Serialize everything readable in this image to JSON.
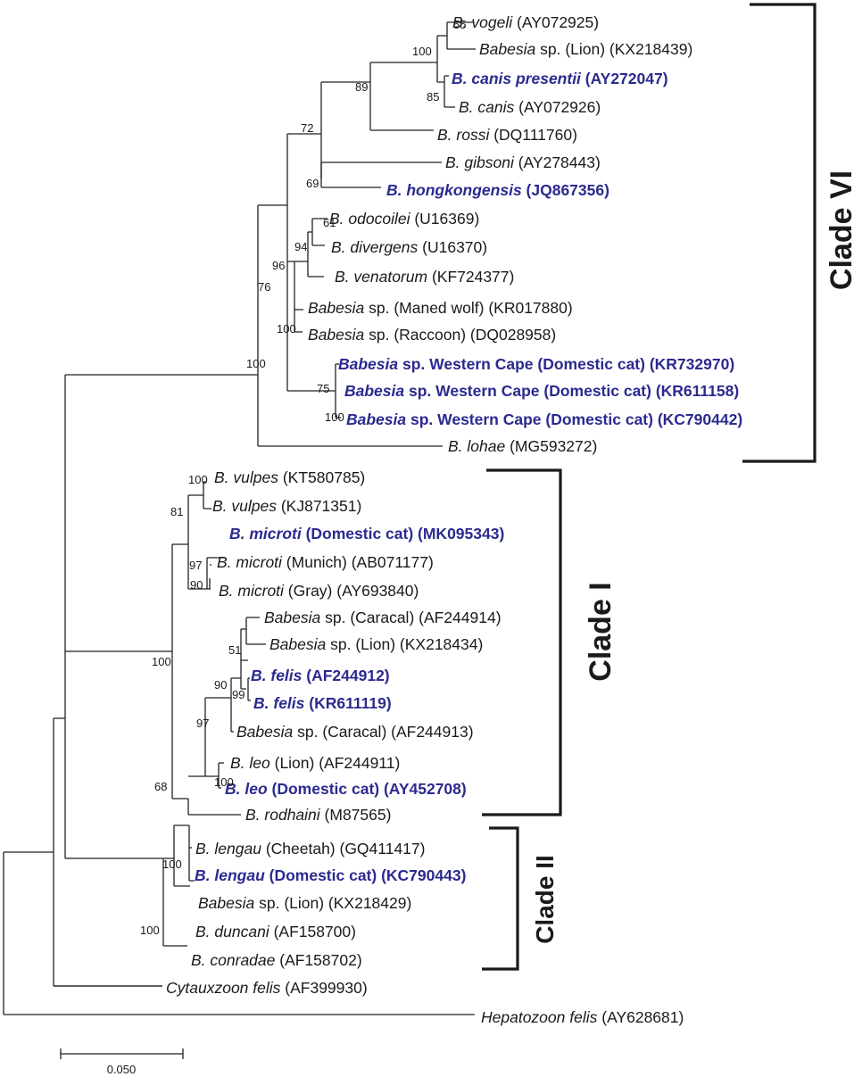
{
  "colors": {
    "highlight": "#2b2a8f",
    "text": "#1a1a1a",
    "line": "#222222",
    "background": "#ffffff"
  },
  "taxa": [
    {
      "id": "t1",
      "genus": "B. vogeli",
      "rest": " (AY072925)",
      "hl": false
    },
    {
      "id": "t2",
      "genus": "Babesia",
      "rest": " sp. (Lion) (KX218439)",
      "hl": false
    },
    {
      "id": "t3",
      "genus": "B. canis presentii",
      "rest": " (AY272047)",
      "hl": true
    },
    {
      "id": "t4",
      "genus": "B. canis",
      "rest": " (AY072926)",
      "hl": false
    },
    {
      "id": "t5",
      "genus": "B. rossi",
      "rest": " (DQ111760)",
      "hl": false
    },
    {
      "id": "t6",
      "genus": "B. gibsoni",
      "rest": " (AY278443)",
      "hl": false
    },
    {
      "id": "t7",
      "genus": "B. hongkongensis",
      "rest": " (JQ867356)",
      "hl": true
    },
    {
      "id": "t8",
      "genus": "B. odocoilei",
      "rest": " (U16369)",
      "hl": false
    },
    {
      "id": "t9",
      "genus": "B. divergens",
      "rest": " (U16370)",
      "hl": false
    },
    {
      "id": "t10",
      "genus": "B. venatorum",
      "rest": " (KF724377)",
      "hl": false
    },
    {
      "id": "t11",
      "genus": "Babesia",
      "rest": " sp. (Maned wolf) (KR017880)",
      "hl": false
    },
    {
      "id": "t12",
      "genus": "Babesia",
      "rest": " sp. (Raccoon) (DQ028958)",
      "hl": false
    },
    {
      "id": "t13",
      "genus": "Babesia",
      "rest": " sp. Western Cape (Domestic cat) (KR732970)",
      "hl": true
    },
    {
      "id": "t14",
      "genus": "Babesia",
      "rest": " sp. Western Cape (Domestic cat) (KR611158)",
      "hl": true
    },
    {
      "id": "t15",
      "genus": "Babesia",
      "rest": " sp. Western Cape (Domestic cat) (KC790442)",
      "hl": true
    },
    {
      "id": "t16",
      "genus": "B. lohae",
      "rest": " (MG593272)",
      "hl": false
    },
    {
      "id": "t17",
      "genus": "B. vulpes",
      "rest": " (KT580785)",
      "hl": false
    },
    {
      "id": "t18",
      "genus": "B. vulpes",
      "rest": " (KJ871351)",
      "hl": false
    },
    {
      "id": "t19",
      "genus": "B. microti",
      "rest": " (Domestic cat) (MK095343)",
      "hl": true
    },
    {
      "id": "t20",
      "genus": "B. microti",
      "rest": " (Munich) (AB071177)",
      "hl": false
    },
    {
      "id": "t21",
      "genus": "B. microti",
      "rest": " (Gray) (AY693840)",
      "hl": false
    },
    {
      "id": "t22",
      "genus": "Babesia",
      "rest": " sp. (Caracal) (AF244914)",
      "hl": false
    },
    {
      "id": "t23",
      "genus": "Babesia",
      "rest": " sp. (Lion) (KX218434)",
      "hl": false
    },
    {
      "id": "t24",
      "genus": "B. felis",
      "rest": " (AF244912)",
      "hl": true
    },
    {
      "id": "t25",
      "genus": "B. felis",
      "rest": " (KR611119)",
      "hl": true
    },
    {
      "id": "t26",
      "genus": "Babesia",
      "rest": " sp. (Caracal) (AF244913)",
      "hl": false
    },
    {
      "id": "t27",
      "genus": "B. leo",
      "rest": " (Lion) (AF244911)",
      "hl": false
    },
    {
      "id": "t28",
      "genus": "B. leo",
      "rest": " (Domestic cat) (AY452708)",
      "hl": true
    },
    {
      "id": "t29",
      "genus": "B. rodhaini",
      "rest": " (M87565)",
      "hl": false
    },
    {
      "id": "t30",
      "genus": "B. lengau",
      "rest": " (Cheetah) (GQ411417)",
      "hl": false
    },
    {
      "id": "t31",
      "genus": "B. lengau",
      "rest": " (Domestic cat) (KC790443)",
      "hl": true
    },
    {
      "id": "t32",
      "genus": "Babesia",
      "rest": " sp. (Lion) (KX218429)",
      "hl": false
    },
    {
      "id": "t33",
      "genus": "B. duncani",
      "rest": " (AF158700)",
      "hl": false
    },
    {
      "id": "t34",
      "genus": "B. conradae",
      "rest": " (AF158702)",
      "hl": false
    },
    {
      "id": "t35",
      "genus": "Cytauxzoon felis",
      "rest": " (AF399930)",
      "hl": false
    },
    {
      "id": "t36",
      "genus": "Hepatozoon felis",
      "rest": " (AY628681)",
      "hl": false
    }
  ],
  "bootstrap": [
    "55",
    "100",
    "85",
    "89",
    "72",
    "69",
    "61",
    "94",
    "96",
    "100",
    "76",
    "100",
    "75",
    "100",
    "100",
    "81",
    "97",
    "90",
    "100",
    "51",
    "99",
    "90",
    "97",
    "100",
    "68",
    "100",
    "100"
  ],
  "clades": {
    "clade_vi": "Clade VI",
    "clade_i": "Clade I",
    "clade_ii": "Clade II"
  },
  "scale_bar": {
    "label": "0.050"
  }
}
